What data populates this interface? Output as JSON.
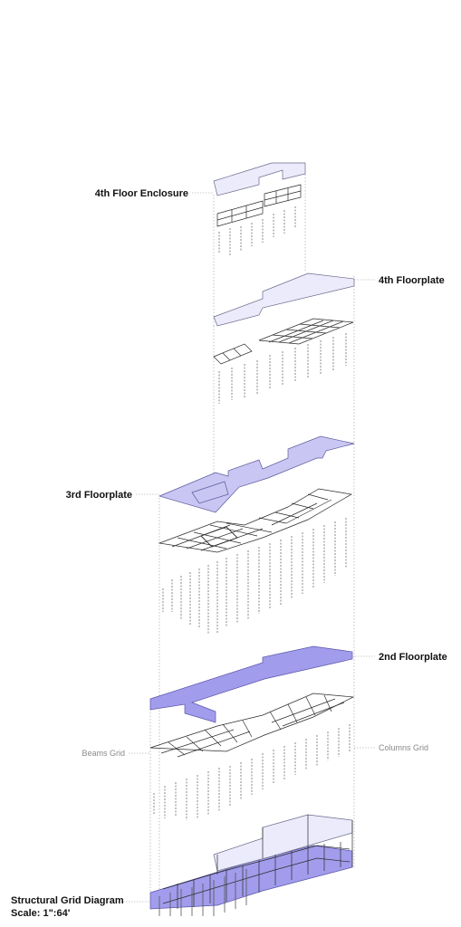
{
  "labels": {
    "floor4_enclosure": "4th Floor Enclosure",
    "floor4_plate": "4th Floorplate",
    "floor3_plate": "3rd Floorplate",
    "floor2_plate": "2nd Floorplate",
    "beams_grid": "Beams Grid",
    "columns_grid": "Columns Grid",
    "title": "Structural Grid Diagram",
    "scale": "Scale: 1\":64'"
  },
  "colors": {
    "plate_light": "#ecebfb",
    "plate_mid": "#c9c6f3",
    "plate_dark": "#a19ceb",
    "linework": "#2b2b2b"
  }
}
